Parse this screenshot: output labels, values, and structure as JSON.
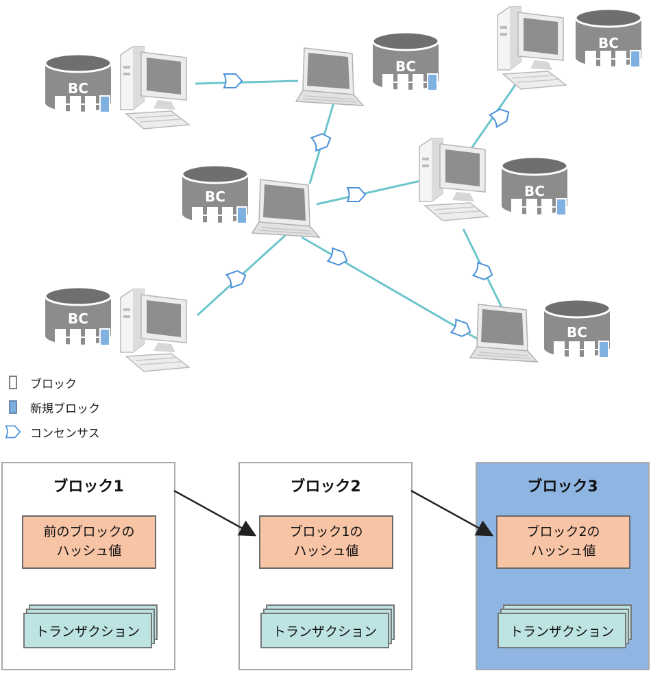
{
  "network": {
    "db_label": "BC",
    "colors": {
      "link": "#6cc5cc",
      "db": "#8c8c8c",
      "new_block": "#7eb0e0",
      "consensus": "#4a90d9"
    }
  },
  "legend": {
    "block": "ブロック",
    "new_block": "新規ブロック",
    "consensus": "コンセンサス"
  },
  "blocks": [
    {
      "title": "ブロック1",
      "hash_line1": "前のブロックの",
      "hash_line2": "ハッシュ値",
      "tx": "トランザクション",
      "is_new": false
    },
    {
      "title": "ブロック2",
      "hash_line1": "ブロック1の",
      "hash_line2": "ハッシュ値",
      "tx": "トランザクション",
      "is_new": false
    },
    {
      "title": "ブロック3",
      "hash_line1": "ブロック2の",
      "hash_line2": "ハッシュ値",
      "tx": "トランザクション",
      "is_new": true
    }
  ]
}
